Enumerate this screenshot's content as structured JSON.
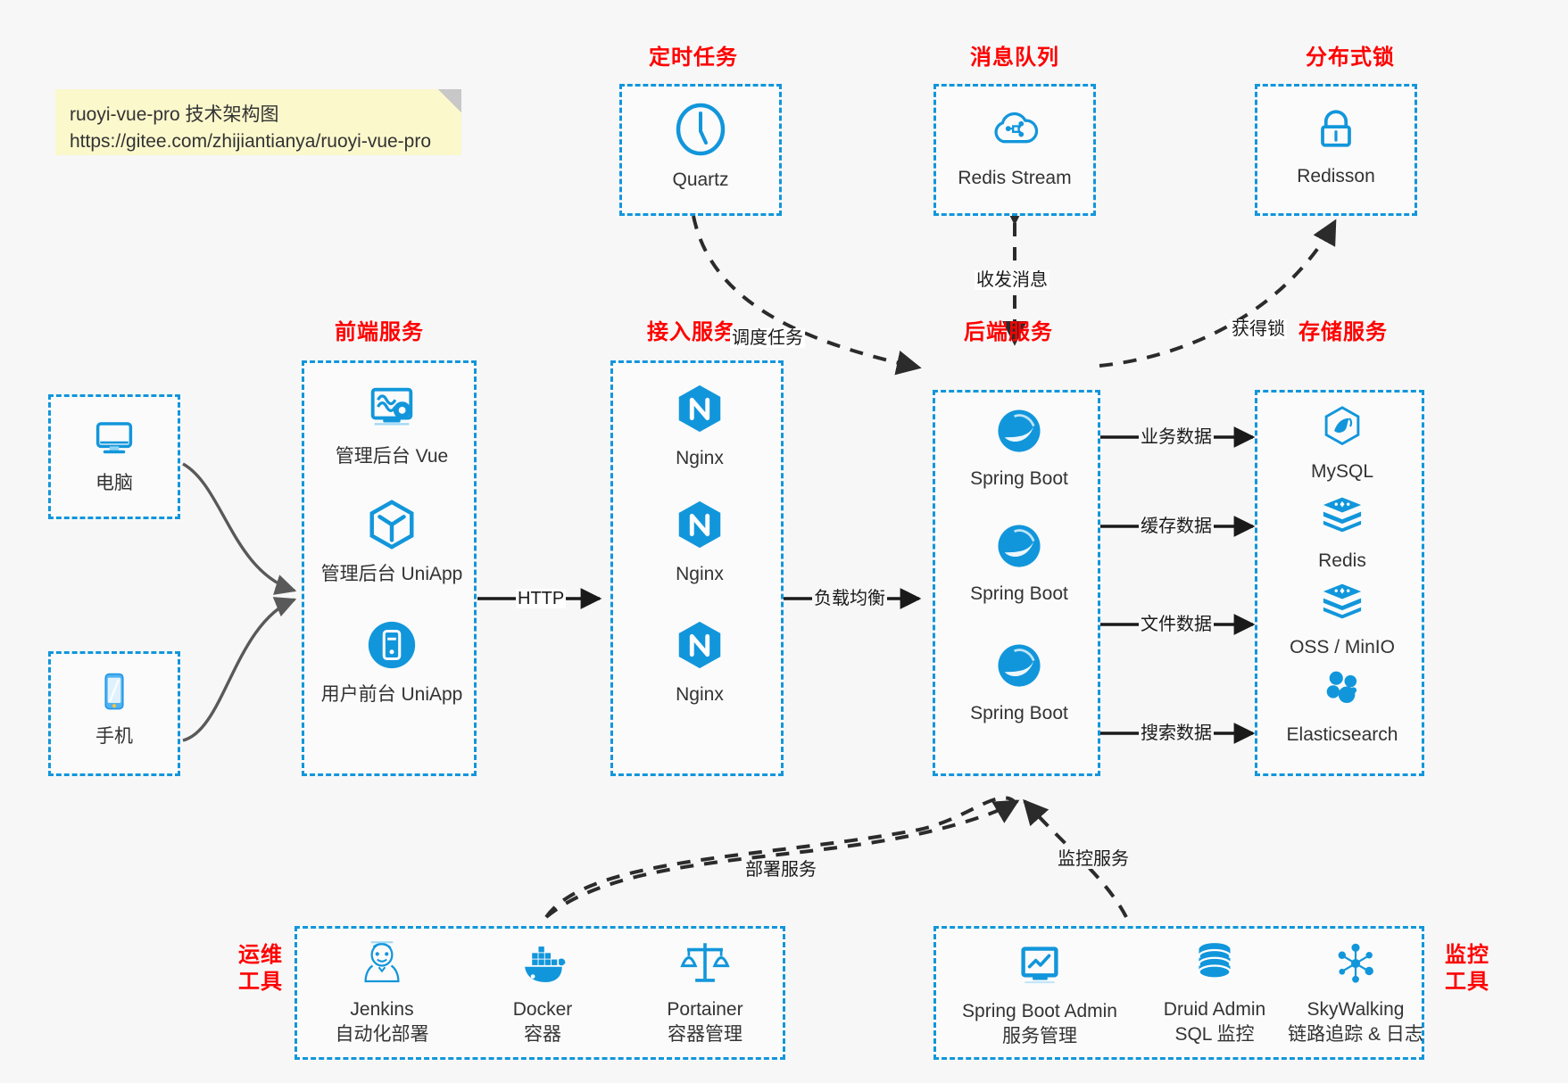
{
  "note": {
    "line1": "ruoyi-vue-pro 技术架构图",
    "line2": "https://gitee.com/zhijiantianya/ruoyi-vue-pro"
  },
  "colors": {
    "accent": "#1296db",
    "group_title": "#ff0000",
    "background": "#f7f7f7",
    "note_bg": "#fbf8cc",
    "edge_solid": "#1a1a1a",
    "edge_curve": "#595959"
  },
  "groups": {
    "scheduled_task": {
      "title": "定时任务"
    },
    "message_queue": {
      "title": "消息队列"
    },
    "distributed_lock": {
      "title": "分布式锁"
    },
    "frontend": {
      "title": "前端服务"
    },
    "gateway": {
      "title": "接入服务"
    },
    "backend": {
      "title": "后端服务"
    },
    "storage": {
      "title": "存储服务"
    },
    "devops": {
      "title": "运维\n工具",
      "title_l1": "运维",
      "title_l2": "工具"
    },
    "monitor": {
      "title": "监控\n工具",
      "title_l1": "监控",
      "title_l2": "工具"
    }
  },
  "nodes": {
    "quartz": {
      "label": "Quartz",
      "icon": "clock-icon"
    },
    "redis_stream": {
      "label": "Redis Stream",
      "icon": "cloud-network-icon"
    },
    "redisson": {
      "label": "Redisson",
      "icon": "lock-icon"
    },
    "computer": {
      "label": "电脑",
      "icon": "desktop-icon"
    },
    "phone": {
      "label": "手机",
      "icon": "smartphone-icon"
    },
    "admin_vue": {
      "label": "管理后台 Vue",
      "icon": "dashboard-gear-icon"
    },
    "admin_uniapp": {
      "label": "管理后台 UniApp",
      "icon": "cube-icon"
    },
    "user_uniapp": {
      "label": "用户前台 UniApp",
      "icon": "mobile-circle-icon"
    },
    "nginx_1": {
      "label": "Nginx",
      "icon": "nginx-icon"
    },
    "nginx_2": {
      "label": "Nginx",
      "icon": "nginx-icon"
    },
    "nginx_3": {
      "label": "Nginx",
      "icon": "nginx-icon"
    },
    "spring_boot_1": {
      "label": "Spring Boot",
      "icon": "spring-boot-icon"
    },
    "spring_boot_2": {
      "label": "Spring Boot",
      "icon": "spring-boot-icon"
    },
    "spring_boot_3": {
      "label": "Spring Boot",
      "icon": "spring-boot-icon"
    },
    "mysql": {
      "label": "MySQL",
      "icon": "mysql-icon"
    },
    "redis": {
      "label": "Redis",
      "icon": "redis-stack-icon"
    },
    "oss_minio": {
      "label": "OSS / MinIO",
      "icon": "storage-stack-icon"
    },
    "elasticsearch": {
      "label": "Elasticsearch",
      "icon": "elasticsearch-icon"
    },
    "jenkins": {
      "label": "Jenkins",
      "sublabel": "自动化部署",
      "icon": "jenkins-icon"
    },
    "docker": {
      "label": "Docker",
      "sublabel": "容器",
      "icon": "docker-icon"
    },
    "portainer": {
      "label": "Portainer",
      "sublabel": "容器管理",
      "icon": "portainer-icon"
    },
    "sba": {
      "label": "Spring Boot Admin",
      "sublabel": "服务管理",
      "icon": "monitor-chart-icon"
    },
    "druid": {
      "label": "Druid Admin",
      "sublabel": "SQL 监控",
      "icon": "database-icon"
    },
    "skywalking": {
      "label": "SkyWalking",
      "sublabel": "链路追踪 & 日志",
      "icon": "skywalking-icon"
    }
  },
  "edges": {
    "http": "HTTP",
    "load_balance": "负载均衡",
    "schedule": "调度任务",
    "messaging": "收发消息",
    "acquire_lock": "获得锁",
    "business_data": "业务数据",
    "cache_data": "缓存数据",
    "file_data": "文件数据",
    "search_data": "搜索数据",
    "deploy": "部署服务",
    "monitor": "监控服务"
  }
}
